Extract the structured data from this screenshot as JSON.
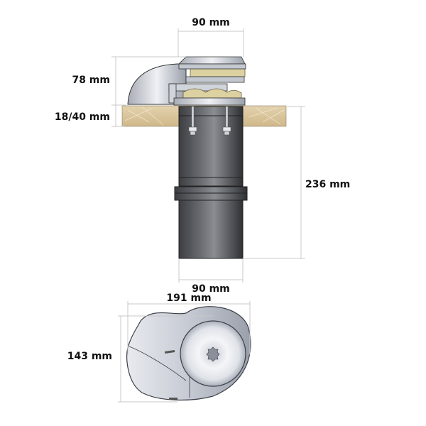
{
  "diagram": {
    "subject": "vertical anchor windlass",
    "views": [
      "side-view",
      "top-view"
    ],
    "dimensions": {
      "top_width": "90 mm",
      "height_above_deck": "78 mm",
      "deck_thickness": "18/40 mm",
      "below_deck_length": "236 mm",
      "motor_diameter": "90 mm",
      "overall_length": "191 mm",
      "overall_width": "143 mm"
    },
    "colors": {
      "dimension_line": "#c8c8c8",
      "label": "#111111",
      "deck_wood": "#dcc79e",
      "motor_body": "#4a4d52",
      "chrome": "#c9ccd3",
      "gypsy_bronze": "#d9cfa0"
    }
  }
}
